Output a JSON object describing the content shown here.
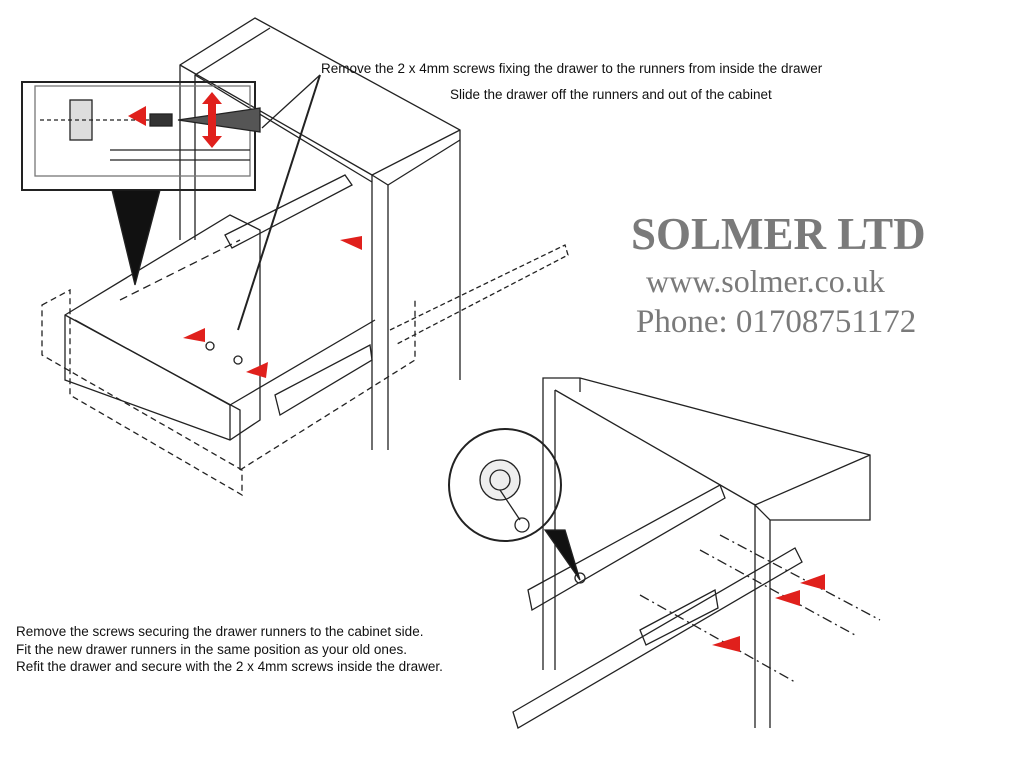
{
  "instructions": {
    "step1": "Remove the 2 x  4mm screws fixing the drawer to the runners from inside the drawer",
    "step2": "Slide the drawer off the runners and out of the cabinet",
    "step3_lines": [
      "Remove the screws securing the drawer runners to the cabinet side.",
      "Fit the new drawer runners in the same position as your old ones.",
      "Refit the drawer and secure with the 2 x 4mm screws inside the drawer."
    ]
  },
  "company": {
    "name": "SOLMER LTD",
    "website": "www.solmer.co.uk",
    "phone": "Phone: 01708751172"
  },
  "colors": {
    "arrow": "#e0201c",
    "line": "#222222",
    "company_text": "#7a7a7a"
  }
}
